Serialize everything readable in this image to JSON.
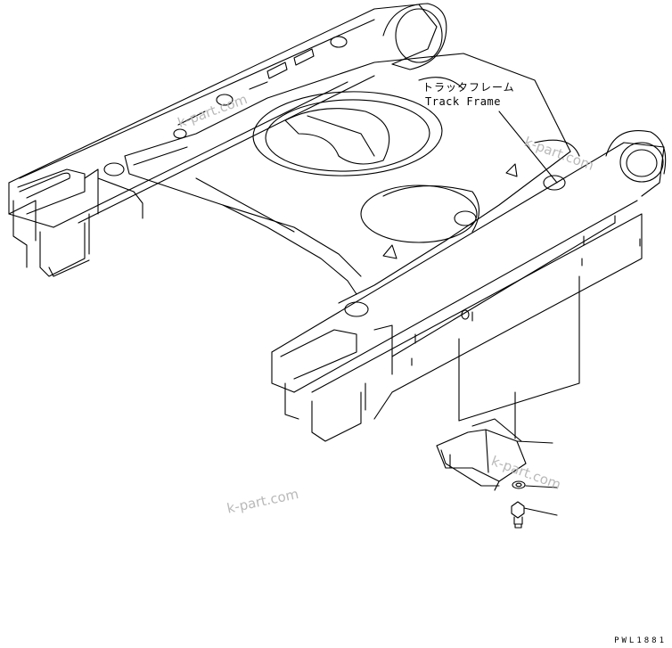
{
  "callout": {
    "japanese": "トラックフレーム",
    "english": "Track Frame"
  },
  "watermarks": [
    "k-part.com",
    "k-part.com",
    "k-part.com",
    "k-part.com"
  ],
  "drawing_code": "PWL1881",
  "colors": {
    "line": "#000000",
    "watermark": "#b9b9b9",
    "background": "#ffffff"
  }
}
